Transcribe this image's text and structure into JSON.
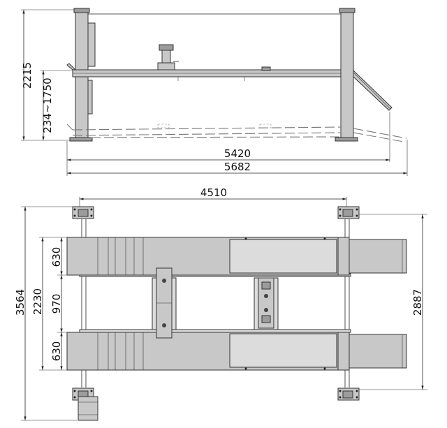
{
  "side_view": {
    "total_height": "2215",
    "lift_range": "234~1750",
    "column_spacing": "5420",
    "overall_length": "5682"
  },
  "top_view": {
    "runway_length": "4510",
    "overall_width": "3564",
    "track_span": "2230",
    "runway_width_upper": "630",
    "gap_between_runways": "970",
    "runway_width_lower": "630",
    "column_width_spacing": "2887"
  },
  "colors": {
    "part_fill": "#c8c8c8",
    "part_dark": "#9c9c9c",
    "line": "#222222"
  }
}
